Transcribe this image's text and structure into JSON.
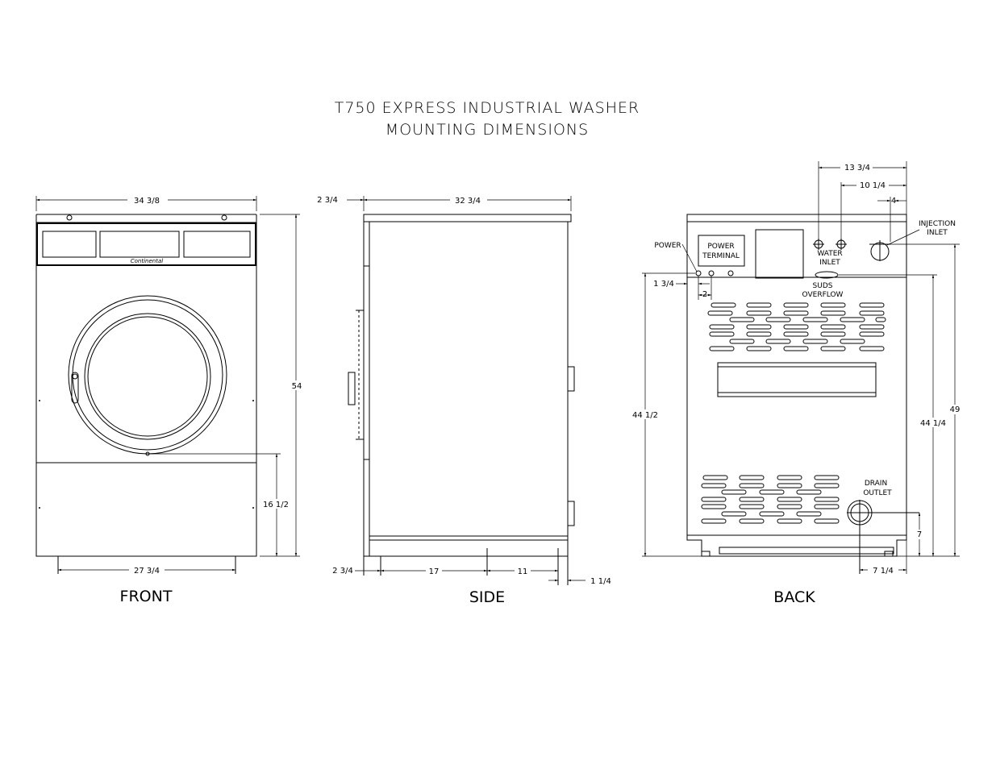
{
  "title": {
    "line1": "T750 EXPRESS INDUSTRIAL WASHER",
    "line2": "MOUNTING DIMENSIONS"
  },
  "views": {
    "front": "FRONT",
    "side": "SIDE",
    "back": "BACK"
  },
  "front_dims": {
    "width": "34 3/8",
    "height": "54",
    "door_center": "16 1/2",
    "foot_spacing": "27 3/4",
    "logo": "Continental"
  },
  "side_dims": {
    "top_offset": "2 3/4",
    "depth": "32 3/4",
    "bottom_offset": "2 3/4",
    "foot_front": "17",
    "foot_rear": "11",
    "rear_projection": "1 1/4"
  },
  "back_dims": {
    "water_to_injection": "13 3/4",
    "water2_to_injection": "10 1/4",
    "injection_offset": "4",
    "power_x": "1 3/4",
    "power_spacing": "2",
    "power_height": "44 1/2",
    "suds_height": "44 1/4",
    "injection_height": "49",
    "drain_height": "7",
    "drain_offset": "7 1/4"
  },
  "back_labels": {
    "power": "POWER",
    "power_terminal_1": "POWER",
    "power_terminal_2": "TERMINAL",
    "water_1": "WATER",
    "water_2": "INLET",
    "injection_1": "INJECTION",
    "injection_2": "INLET",
    "suds_1": "SUDS",
    "suds_2": "OVERFLOW",
    "drain_1": "DRAIN",
    "drain_2": "OUTLET"
  }
}
